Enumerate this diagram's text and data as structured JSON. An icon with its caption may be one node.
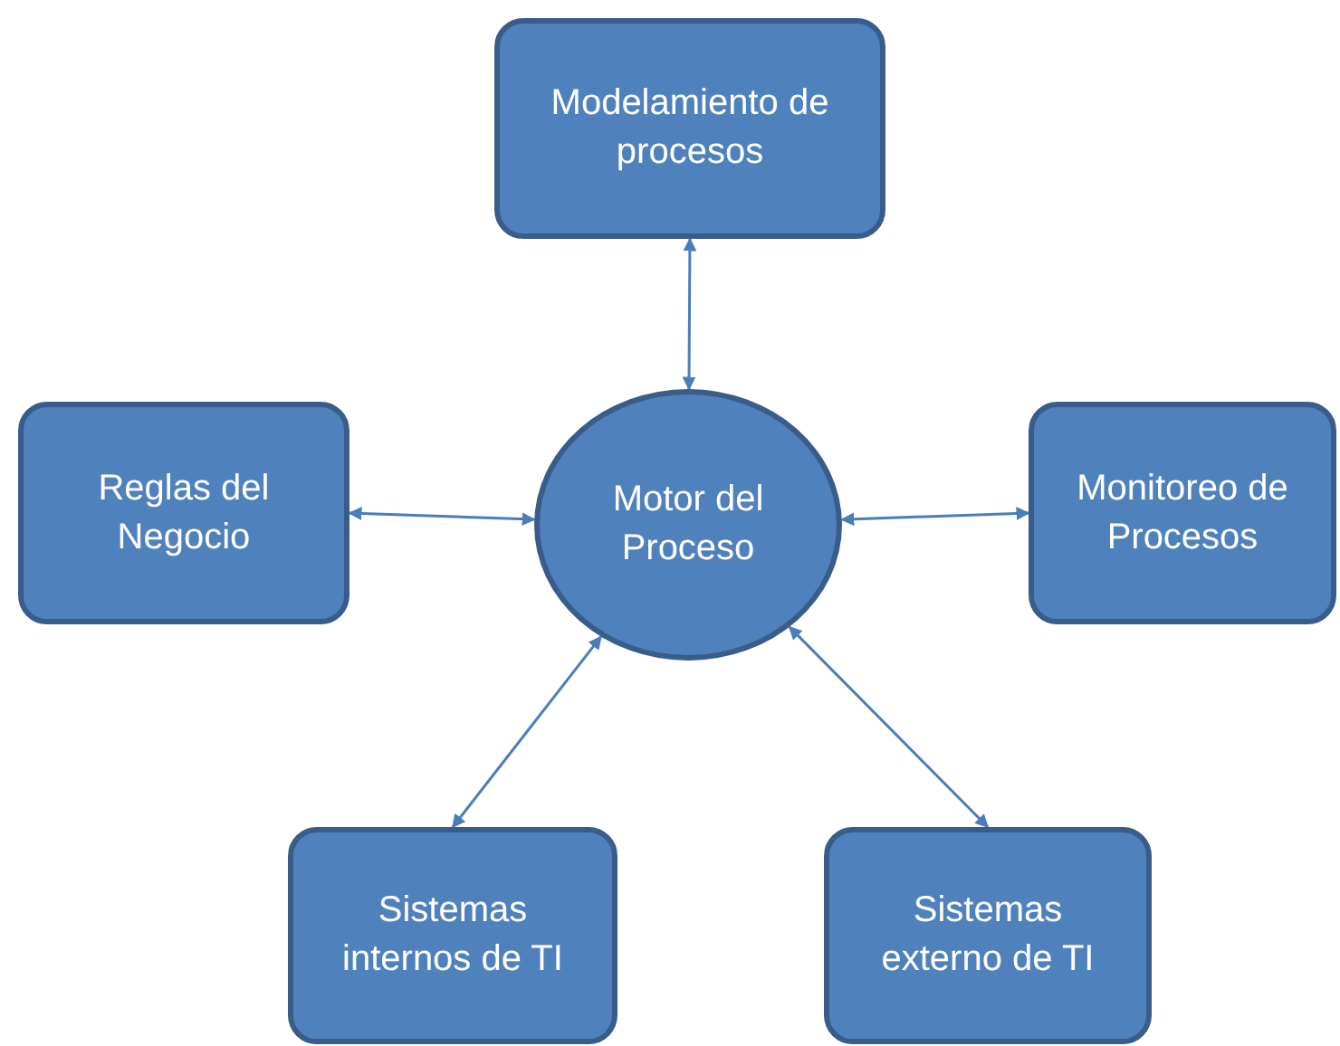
{
  "diagram": {
    "nodes": [
      {
        "text": [
          "Modelamiento de procesos"
        ]
      },
      {
        "text": [
          "Reglas del Negocio"
        ]
      },
      {
        "text": [
          "Motor del Proceso"
        ]
      },
      {
        "text": [
          "Monitoreo de Procesos"
        ]
      },
      {
        "text": [
          "Sistemas internos de TI"
        ]
      },
      {
        "text": [
          "Sistemas externo de TI"
        ]
      }
    ],
    "edges": [
      {
        "from": 2,
        "to": 0,
        "arrow": "both"
      },
      {
        "from": 1,
        "to": 2,
        "arrow": "both"
      },
      {
        "from": 2,
        "to": 3,
        "arrow": "both"
      },
      {
        "from": 2,
        "to": 4,
        "arrow": "both"
      },
      {
        "from": 2,
        "to": 5,
        "arrow": "both"
      }
    ]
  }
}
